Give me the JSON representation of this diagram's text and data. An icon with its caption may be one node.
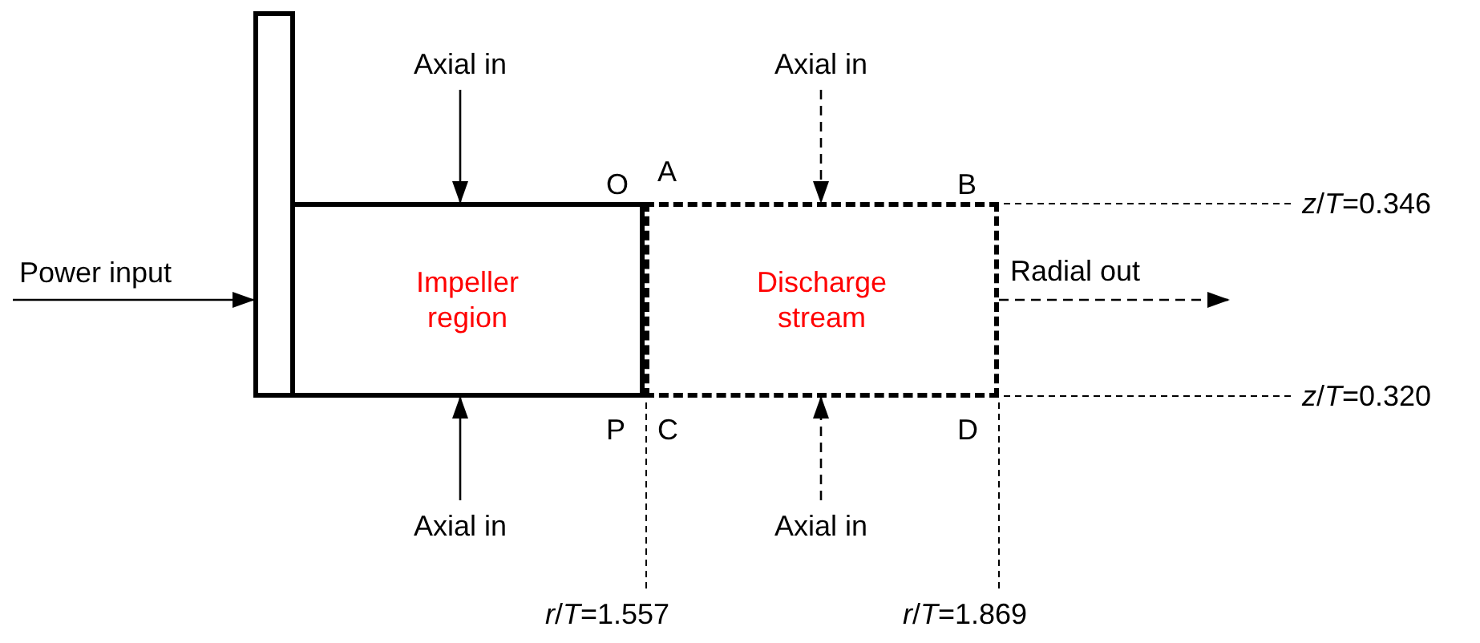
{
  "diagram": {
    "nodes": [
      {
        "text": [],
        "shape": "bar"
      },
      {
        "text": [
          "Impeller region"
        ]
      },
      {
        "text": [
          "Discharge stream"
        ]
      },
      {
        "text": [
          "Axial in"
        ]
      },
      {
        "text": [
          "Axial in"
        ]
      },
      {
        "text": [
          "Axial in"
        ]
      },
      {
        "text": [
          "Axial in"
        ]
      }
    ],
    "edges": [
      {
        "from": null,
        "to": 0,
        "arrow": "to",
        "label": "Power input"
      },
      {
        "from": 3,
        "to": 1,
        "arrow": "to"
      },
      {
        "from": 4,
        "to": 1,
        "arrow": "to"
      },
      {
        "from": 5,
        "to": 2,
        "arrow": "to",
        "style": "dashed"
      },
      {
        "from": 6,
        "to": 2,
        "arrow": "to",
        "style": "dashed"
      },
      {
        "from": 2,
        "to": null,
        "arrow": "to",
        "label": "Radial out",
        "style": "dashed"
      }
    ],
    "labels": [
      "O",
      "A",
      "B",
      "P",
      "C",
      "D",
      "*z*/*T*=0.346",
      "*z*/*T*=0.320",
      "*r*/*T*=1.557",
      "*r*/*T*=1.869"
    ]
  }
}
